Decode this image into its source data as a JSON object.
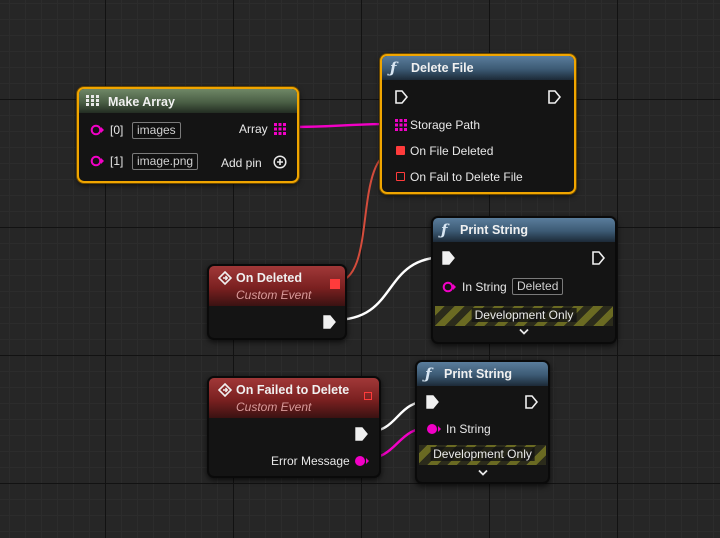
{
  "colors": {
    "exec_wire": "#ffffff",
    "string_wire": "#f200c6",
    "event_wire": "#d44c3c",
    "selection": "#f0a500"
  },
  "make_array": {
    "title": "Make Array",
    "pins": [
      {
        "index": "[0]",
        "value": "images"
      },
      {
        "index": "[1]",
        "value": "image.png"
      }
    ],
    "output_label": "Array",
    "add_pin_label": "Add pin"
  },
  "delete_file": {
    "title": "Delete File",
    "storage_path_label": "Storage Path",
    "on_deleted_label": "On File Deleted",
    "on_fail_label": "On Fail to Delete File"
  },
  "on_deleted_event": {
    "title": "On Deleted",
    "subtitle": "Custom Event"
  },
  "on_failed_event": {
    "title": "On Failed to Delete",
    "subtitle": "Custom Event",
    "output_label": "Error Message"
  },
  "print_string_1": {
    "title": "Print String",
    "in_string_label": "In String",
    "in_string_value": "Deleted",
    "dev_only_label": "Development Only"
  },
  "print_string_2": {
    "title": "Print String",
    "in_string_label": "In String",
    "dev_only_label": "Development Only"
  }
}
